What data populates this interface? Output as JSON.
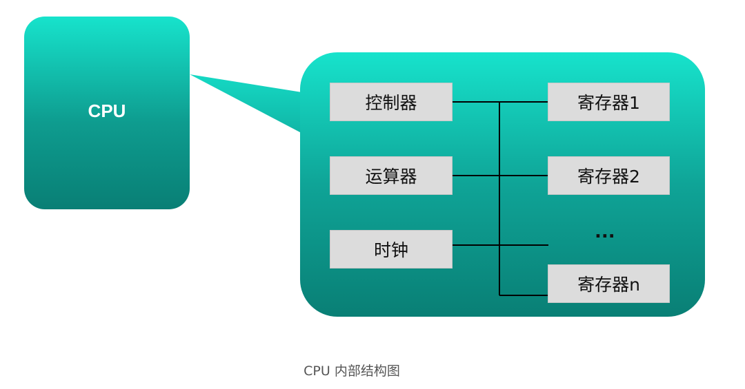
{
  "cpu_box": {
    "label": "CPU"
  },
  "inner": {
    "left_blocks": [
      "控制器",
      "运算器",
      "时钟"
    ],
    "right_blocks": [
      "寄存器1",
      "寄存器2",
      "寄存器n"
    ],
    "ellipsis": "..."
  },
  "caption": "CPU 内部结构图",
  "colors": {
    "teal_top": "#17e3cc",
    "teal_bottom": "#097f75",
    "block_fill": "#dcdcdc",
    "line": "#000000"
  }
}
